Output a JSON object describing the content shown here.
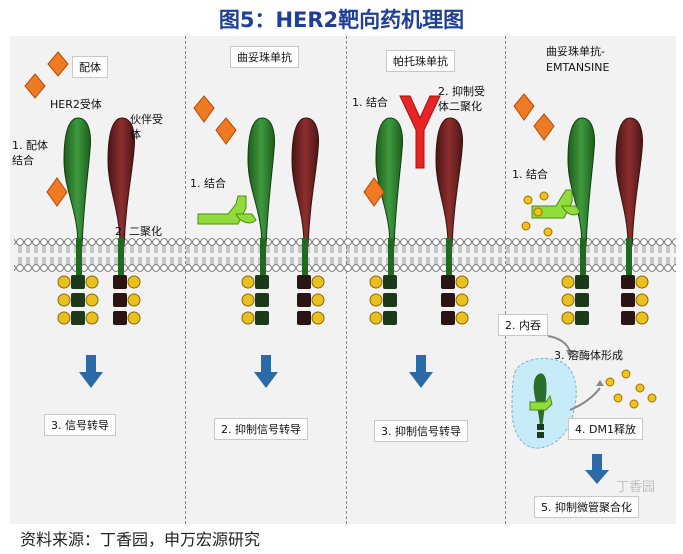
{
  "title": "图5：HER2靶向药机理图",
  "source": "资料来源：丁香园，申万宏源研究",
  "panel1": {
    "ligand": "配体",
    "her2_receptor": "HER2受体",
    "partner_receptor_line1": "伙伴受",
    "partner_receptor_line2": "体",
    "step1_line1": "1. 配体",
    "step1_line2": "结合",
    "step2": "2. 二聚化",
    "step3": "3. 信号转导"
  },
  "panel2": {
    "drug": "曲妥珠单抗",
    "step1": "1. 结合",
    "step2": "2. 抑制信号转导"
  },
  "panel3": {
    "drug": "帕托珠单抗",
    "step1": "1. 结合",
    "step2_line1": "2. 抑制受",
    "step2_line2": "体二聚化",
    "step3": "3. 抑制信号转导"
  },
  "panel4": {
    "drug_line1": "曲妥珠单抗-",
    "drug_line2": "EMTANSINE",
    "step1": "1. 结合",
    "step2": "2. 内吞",
    "step3": "3. 溶酶体形成",
    "step4": "4. DM1释放",
    "step5": "5. 抑制微管聚合化",
    "watermark": "丁香园"
  },
  "colors": {
    "title": "#1f3f94",
    "ligand": "#f07a22",
    "receptor_green": "#2a7a2a",
    "receptor_dark": "#7a2222",
    "antibody_green": "#8fdc3a",
    "antibody_red": "#e82424",
    "arrow_blue": "#2a6aa8",
    "membrane": "#c8c8c8",
    "phospho": "#e8c020"
  }
}
